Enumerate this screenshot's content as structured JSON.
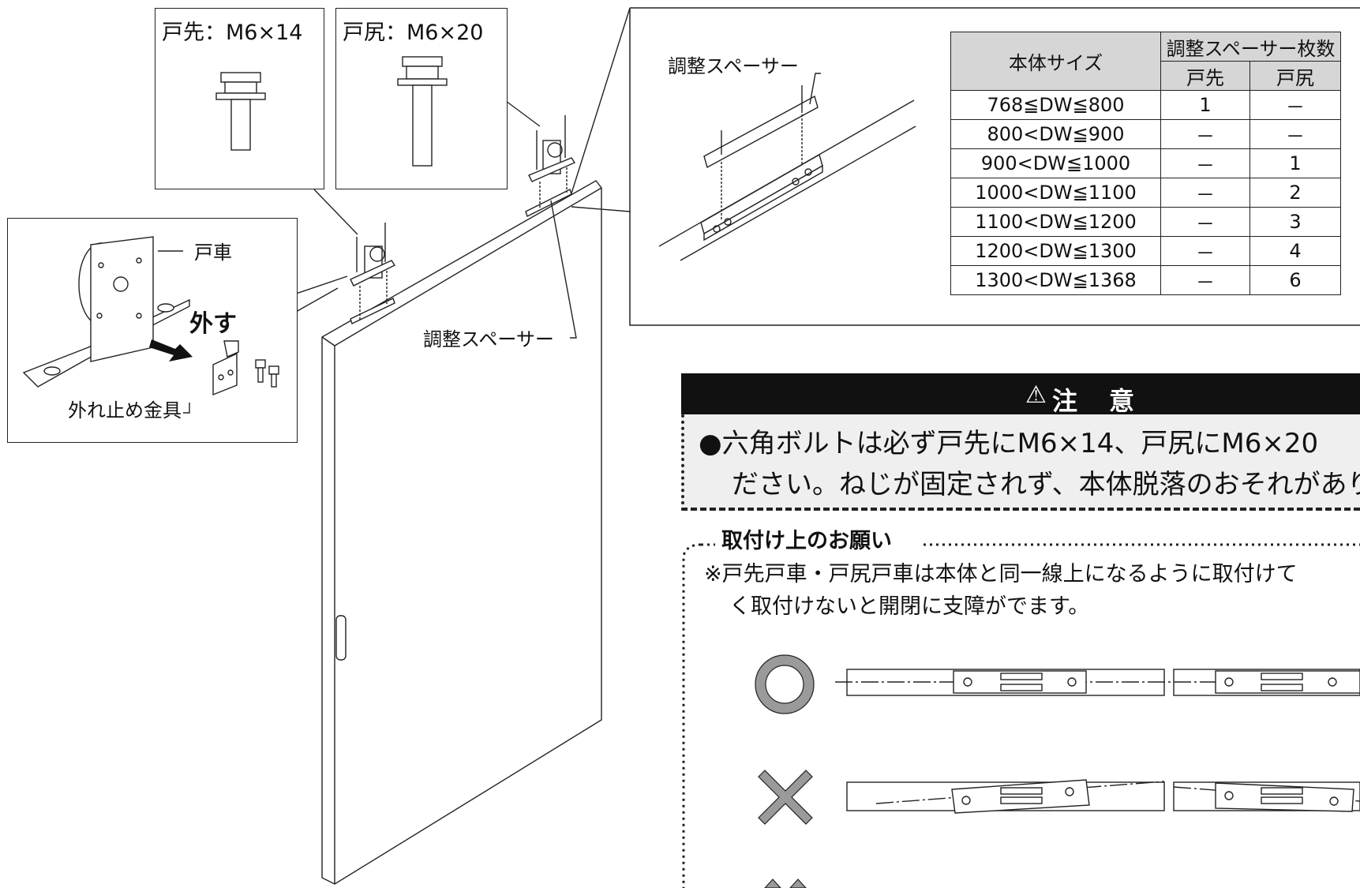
{
  "bolt_callouts": {
    "front": {
      "label": "戸先：M6×14"
    },
    "rear": {
      "label": "戸尻：M6×20"
    }
  },
  "roller_detail": {
    "roller_label": "戸車",
    "remove_label": "外す",
    "stopper_label": "外れ止め金具"
  },
  "door": {
    "spacer_label": "調整スペーサー"
  },
  "spacer_detail": {
    "spacer_label": "調整スペーサー"
  },
  "spacer_table": {
    "col_size": "本体サイズ",
    "col_count": "調整スペーサー枚数",
    "col_front": "戸先",
    "col_rear": "戸尻",
    "rows": [
      {
        "size": "768≦DW≦800",
        "front": "1",
        "rear": "－"
      },
      {
        "size": "800<DW≦900",
        "front": "－",
        "rear": "－"
      },
      {
        "size": "900<DW≦1000",
        "front": "－",
        "rear": "1"
      },
      {
        "size": "1000<DW≦1100",
        "front": "－",
        "rear": "2"
      },
      {
        "size": "1100<DW≦1200",
        "front": "－",
        "rear": "3"
      },
      {
        "size": "1200<DW≦1300",
        "front": "－",
        "rear": "4"
      },
      {
        "size": "1300<DW≦1368",
        "front": "－",
        "rear": "6"
      }
    ]
  },
  "caution": {
    "title": "注　意",
    "warning_icon": "warning-triangle-icon",
    "line1": "●六角ボルトは必ず戸先にM6×14、戸尻にM6×20",
    "line2": "ださい。ねじが固定されず、本体脱落のおそれがあり"
  },
  "notice": {
    "title": "取付け上のお願い",
    "line1": "※戸先戸車・戸尻戸車は本体と同一線上になるように取付けて",
    "line2": "く取付けないと開閉に支障がでます。",
    "correct_icon": "circle-ok-icon",
    "wrong_icon": "cross-ng-icon"
  },
  "colors": {
    "table_header_bg": "#d6d6d6",
    "caution_bg": "#111111",
    "caution_body_bg": "#efefef",
    "mark_gray": "#9a9a9a"
  }
}
